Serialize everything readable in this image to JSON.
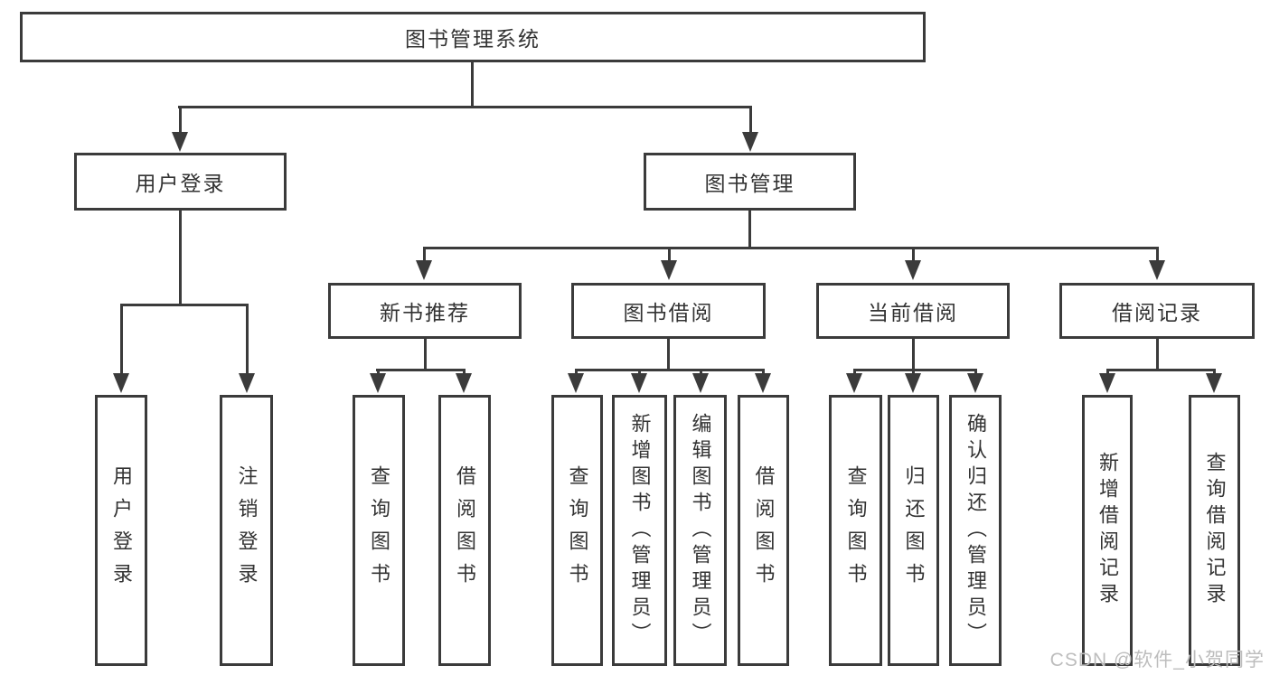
{
  "diagram": {
    "title": "图书管理系统",
    "root": {
      "label": "图书管理系统"
    },
    "level1": [
      {
        "label": "用户登录",
        "children": [
          {
            "label": "用户登录"
          },
          {
            "label": "注销登录"
          }
        ]
      },
      {
        "label": "图书管理",
        "children": [
          {
            "label": "新书推荐",
            "children": [
              {
                "label": "查询图书"
              },
              {
                "label": "借阅图书"
              }
            ]
          },
          {
            "label": "图书借阅",
            "children": [
              {
                "label": "查询图书"
              },
              {
                "label": "新增图书（管理员）"
              },
              {
                "label": "编辑图书（管理员）"
              },
              {
                "label": "借阅图书"
              }
            ]
          },
          {
            "label": "当前借阅",
            "children": [
              {
                "label": "查询图书"
              },
              {
                "label": "归还图书"
              },
              {
                "label": "确认归还（管理员）"
              }
            ]
          },
          {
            "label": "借阅记录",
            "children": [
              {
                "label": "新增借阅记录"
              },
              {
                "label": "查询借阅记录"
              }
            ]
          }
        ]
      }
    ]
  },
  "watermark": {
    "text": "CSDN @软件_小贺同学"
  },
  "colors": {
    "line": "#3b3b3b",
    "text": "#333333",
    "background": "#ffffff",
    "watermark": "#bdbdbd"
  }
}
